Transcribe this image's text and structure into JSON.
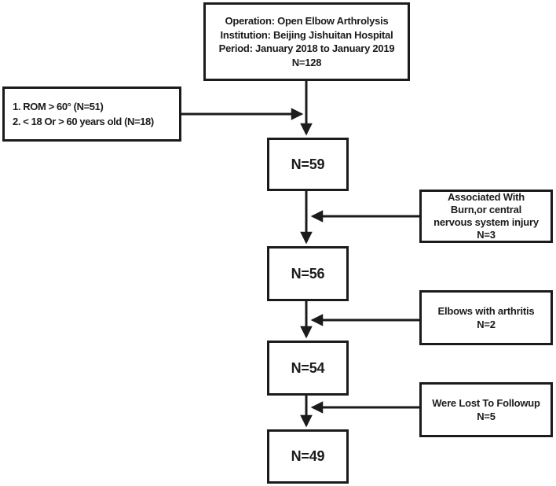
{
  "diagram": {
    "boxes": {
      "enrollment": {
        "lines": [
          "Operation: Open Elbow Arthrolysis",
          "Institution: Beijing Jishuitan Hospital",
          "Period: January 2018 to January 2019",
          "N=128"
        ]
      },
      "exclusion_initial": {
        "lines": [
          "1. ROM > 60° (N=51)",
          "2. < 18 Or  > 60 years old (N=18)"
        ]
      },
      "n59": {
        "label": "N=59"
      },
      "exclusion_burn": {
        "lines": [
          "Associated With",
          "Burn,or central",
          "nervous system injury",
          "N=3"
        ]
      },
      "n56": {
        "label": "N=56"
      },
      "exclusion_arthritis": {
        "lines": [
          "Elbows with arthritis",
          "N=2"
        ]
      },
      "n54": {
        "label": "N=54"
      },
      "exclusion_followup": {
        "lines": [
          "Were Lost To Followup",
          "N=5"
        ]
      },
      "n49": {
        "label": "N=49"
      }
    },
    "colors": {
      "ink": "#1b1b1b",
      "background": "#ffffff"
    }
  }
}
